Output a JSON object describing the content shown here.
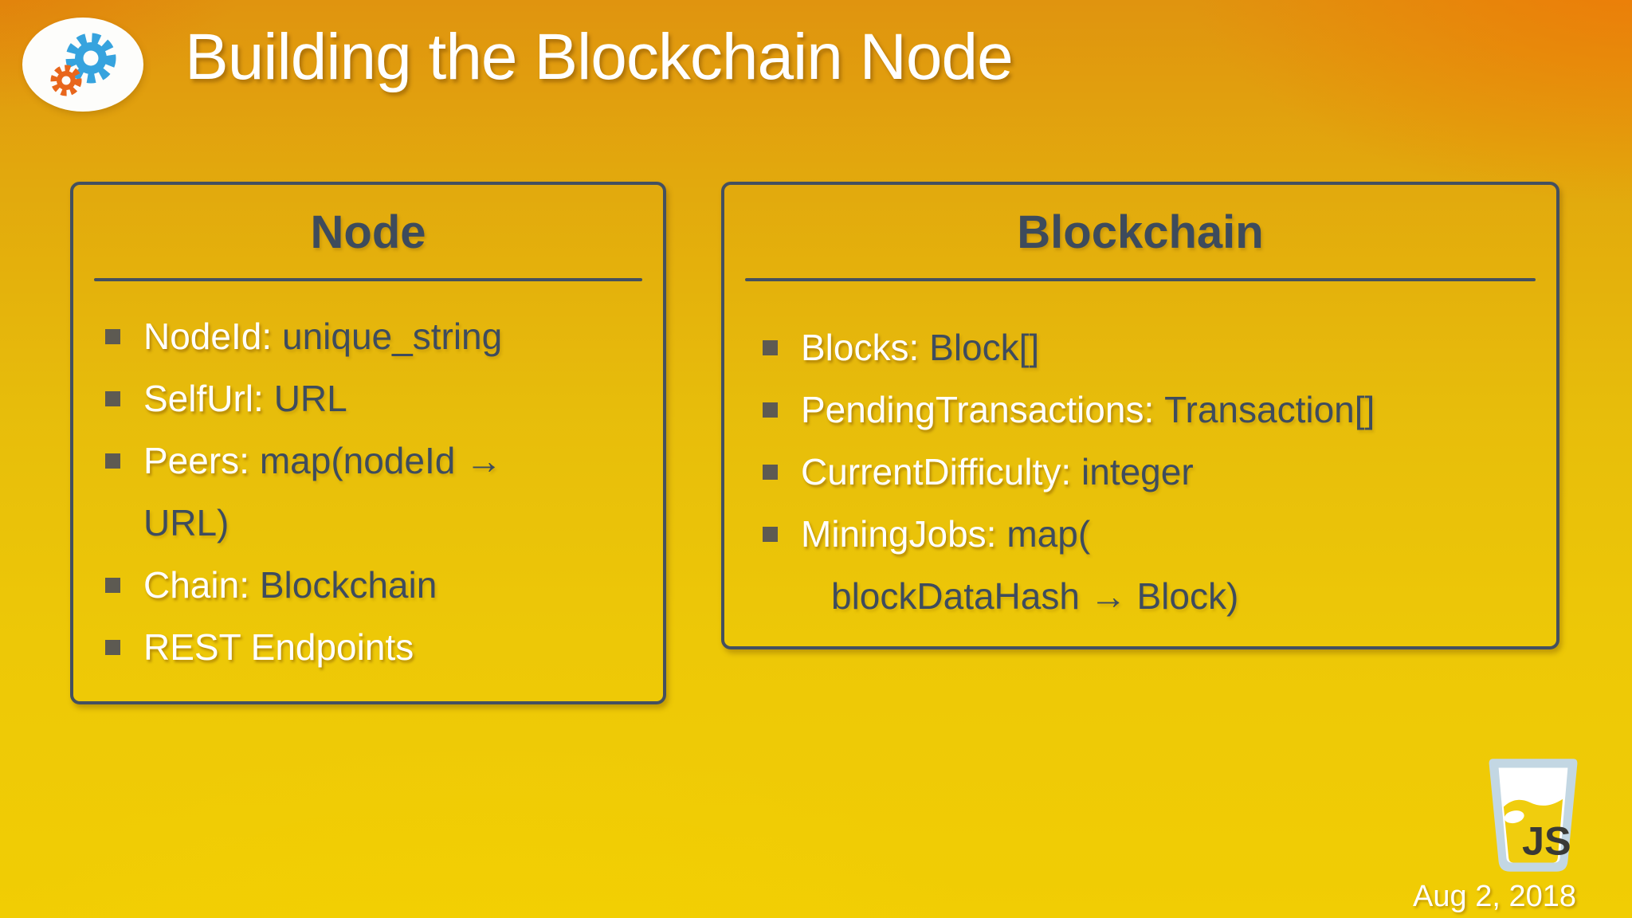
{
  "slide": {
    "title": "Building the Blockchain Node",
    "date": "Aug 2, 2018"
  },
  "boxes": [
    {
      "title": "Node",
      "items": [
        {
          "label": "NodeId:",
          "value": "unique_string",
          "value2": ""
        },
        {
          "label": "SelfUrl:",
          "value": "URL",
          "value2": ""
        },
        {
          "label": "Peers:",
          "value": "map(nodeId →",
          "value2": "URL)"
        },
        {
          "label": "Chain:",
          "value": "Blockchain",
          "value2": ""
        },
        {
          "label": "REST Endpoints",
          "value": "",
          "value2": ""
        }
      ]
    },
    {
      "title": "Blockchain",
      "items": [
        {
          "label": "Blocks:",
          "value": "Block[]",
          "value2": ""
        },
        {
          "label": "PendingTransactions:",
          "value": "Transaction[]",
          "value2": ""
        },
        {
          "label": "CurrentDifficulty:",
          "value": "integer",
          "value2": ""
        },
        {
          "label": "MiningJobs:",
          "value": "map(",
          "value2": "blockDataHash → Block)"
        }
      ]
    }
  ],
  "logo": {
    "js_text": "JS"
  },
  "colors": {
    "accent_dark": "#44505f",
    "text_dark": "#3e4c5e",
    "text_light": "#ffffff",
    "background_top": "#e0940f",
    "background_bottom": "#f1cd04",
    "gear_blue": "#36a3de",
    "gear_orange": "#e8661c",
    "beer_yellow": "#f0cd0e"
  }
}
